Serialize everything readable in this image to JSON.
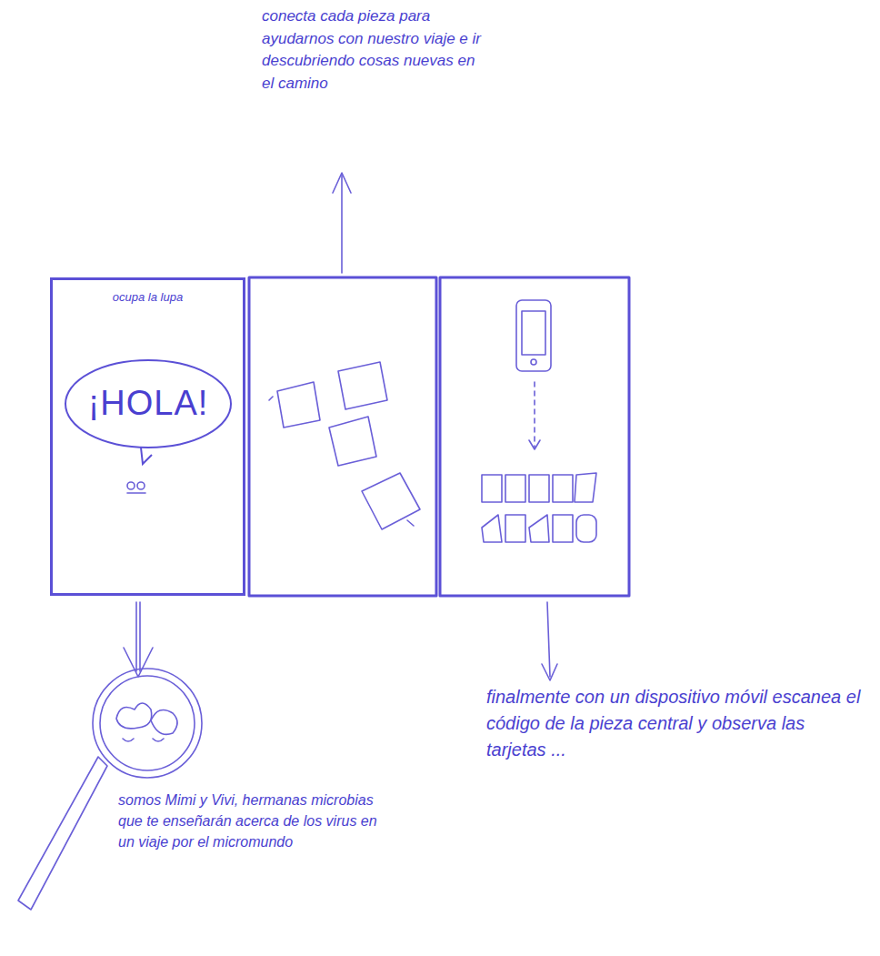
{
  "diagram": {
    "nodes": [
      {
        "text": [
          "ocupa la lupa"
        ]
      },
      {
        "text": [
          "¡HOLA!"
        ],
        "in": 0
      }
    ],
    "labels": [
      "conecta cada pieza para ayudarnos con nuestro viaje e ir descubriendo cosas nuevas en el camino",
      "somos Mimi y Vivi, hermanas microbias que te enseñarán acerca de los virus en un viaje por el micromundo",
      "finalmente con un dispositivo móvil escanea el código de la pieza central y observa las tarjetas ..."
    ]
  }
}
